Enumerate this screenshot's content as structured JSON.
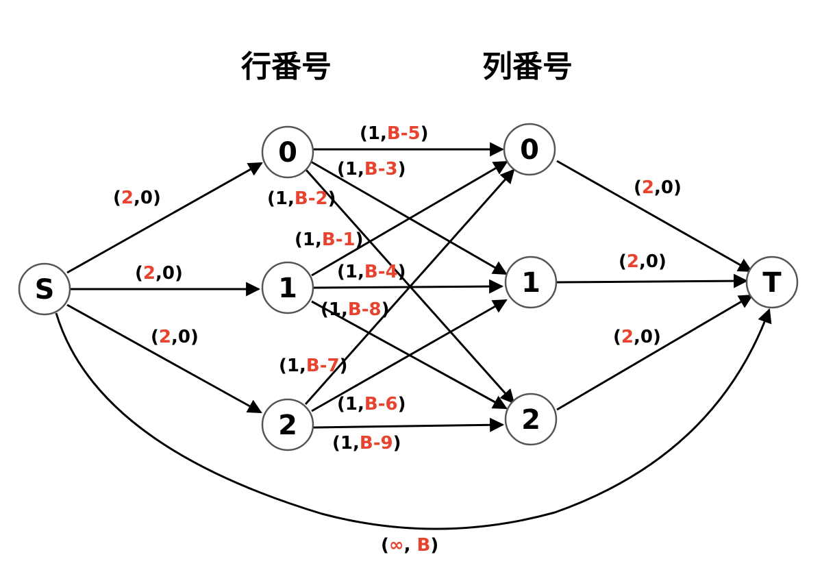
{
  "headings": {
    "rows": "行番号",
    "cols": "列番号"
  },
  "nodes": {
    "source": "S",
    "sink": "T",
    "row0": "0",
    "row1": "1",
    "row2": "2",
    "col0": "0",
    "col1": "1",
    "col2": "2"
  },
  "edges": {
    "s_r0": {
      "open": "(",
      "cap": "2",
      "sep": ",",
      "cost": "0",
      "close": ")"
    },
    "s_r1": {
      "open": "(",
      "cap": "2",
      "sep": ",",
      "cost": "0",
      "close": ")"
    },
    "s_r2": {
      "open": "(",
      "cap": "2",
      "sep": ",",
      "cost": "0",
      "close": ")"
    },
    "c0_t": {
      "open": "(",
      "cap": "2",
      "sep": ",",
      "cost": "0",
      "close": ")"
    },
    "c1_t": {
      "open": "(",
      "cap": "2",
      "sep": ",",
      "cost": "0",
      "close": ")"
    },
    "c2_t": {
      "open": "(",
      "cap": "2",
      "sep": ",",
      "cost": "0",
      "close": ")"
    },
    "r0_c0": {
      "open": "(",
      "cap": "1",
      "sep": ",",
      "cost": "B-5",
      "close": ")"
    },
    "r0_c1": {
      "open": "(",
      "cap": "1",
      "sep": ",",
      "cost": "B-3",
      "close": ")"
    },
    "r0_c2": {
      "open": "(",
      "cap": "1",
      "sep": ",",
      "cost": "B-2",
      "close": ")"
    },
    "r1_c0": {
      "open": "(",
      "cap": "1",
      "sep": ",",
      "cost": "B-1",
      "close": ")"
    },
    "r1_c1": {
      "open": "(",
      "cap": "1",
      "sep": ",",
      "cost": "B-4",
      "close": ")"
    },
    "r1_c2": {
      "open": "(",
      "cap": "1",
      "sep": ",",
      "cost": "B-8",
      "close": ")"
    },
    "r2_c0": {
      "open": "(",
      "cap": "1",
      "sep": ",",
      "cost": "B-7",
      "close": ")"
    },
    "r2_c1": {
      "open": "(",
      "cap": "1",
      "sep": ",",
      "cost": "B-6",
      "close": ")"
    },
    "r2_c2": {
      "open": "(",
      "cap": "1",
      "sep": ",",
      "cost": "B-9",
      "close": ")"
    },
    "s_t": {
      "open": "(",
      "cap": "∞",
      "sep": ", ",
      "cost": "B",
      "close": ")"
    }
  },
  "colors": {
    "highlight": "#e8432e",
    "text": "#000000",
    "node_stroke": "#555555"
  }
}
